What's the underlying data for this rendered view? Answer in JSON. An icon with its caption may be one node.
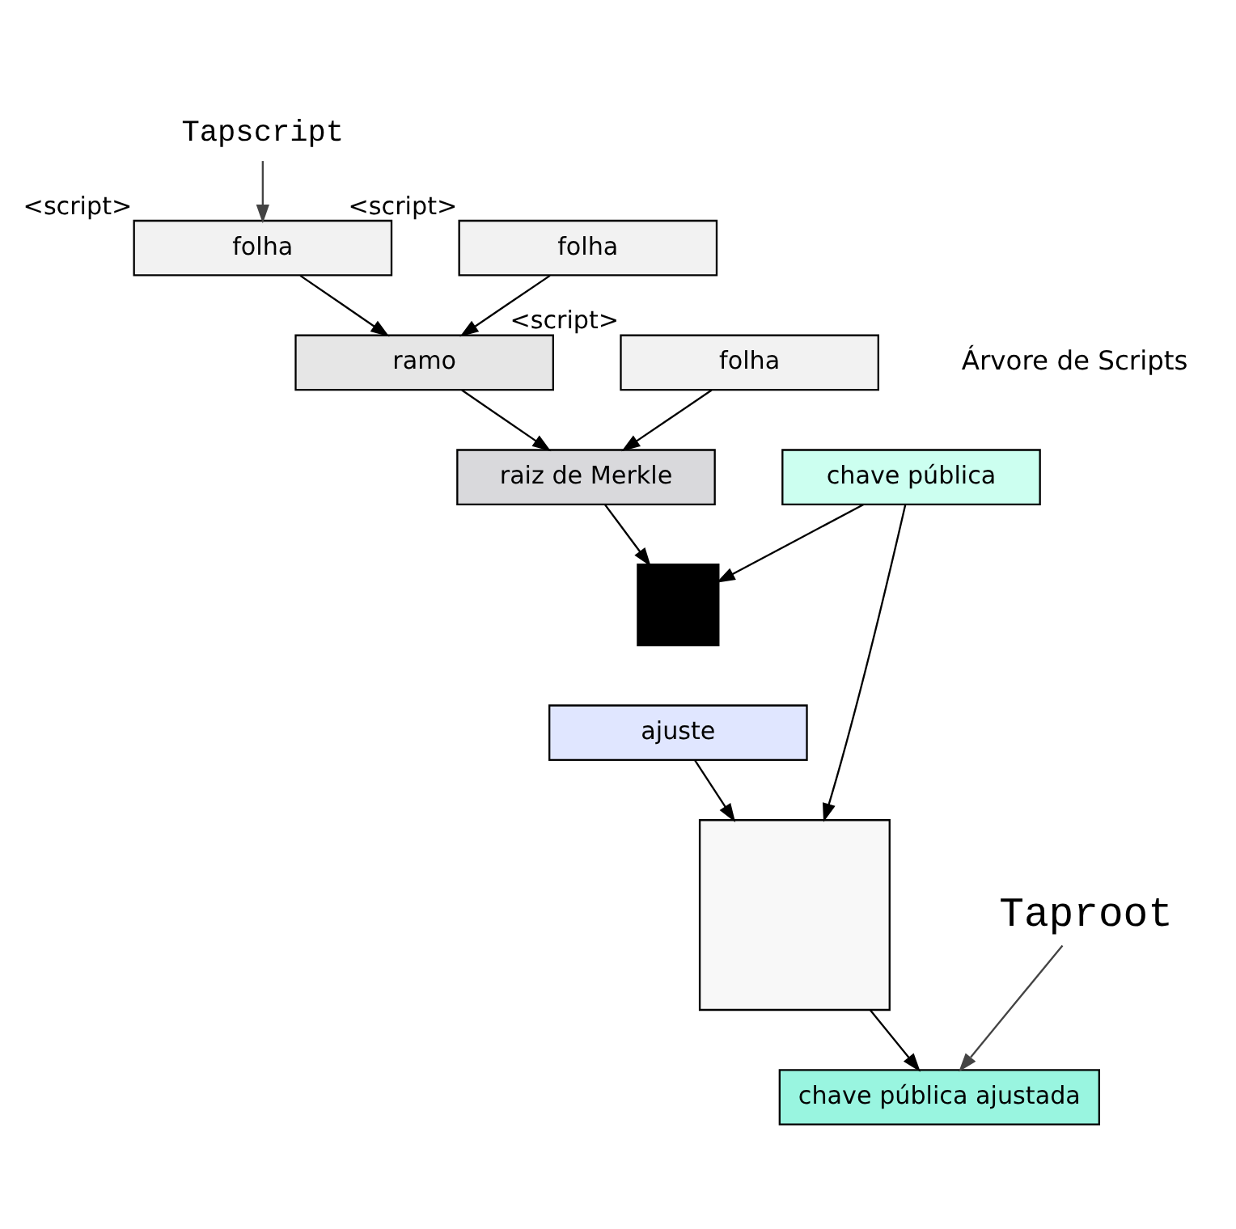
{
  "diagram": {
    "nodes": [
      {
        "text": [
          "Tapscript"
        ]
      },
      {
        "text": [
          "folha"
        ],
        "beside": [
          "<script>"
        ]
      },
      {
        "text": [
          "folha"
        ],
        "beside": [
          "<script>"
        ]
      },
      {
        "text": [
          "ramo"
        ]
      },
      {
        "text": [
          "folha"
        ],
        "beside": [
          "<script>"
        ]
      },
      {
        "text": [
          "raiz de Merkle"
        ]
      },
      {
        "text": [
          "chave pública"
        ]
      },
      {
        "text": [],
        "shape": "box"
      },
      {
        "text": [
          "ajuste"
        ]
      },
      {
        "text": [],
        "shape": "box"
      },
      {
        "text": [
          "chave pública ajustada"
        ]
      },
      {
        "text": [
          "Taproot"
        ]
      }
    ],
    "edges": [
      {
        "from": 0,
        "to": 1,
        "arrow": "to",
        "color": "#444444"
      },
      {
        "from": 1,
        "to": 3,
        "arrow": "to"
      },
      {
        "from": 2,
        "to": 3,
        "arrow": "to"
      },
      {
        "from": 3,
        "to": 5,
        "arrow": "to"
      },
      {
        "from": 4,
        "to": 5,
        "arrow": "to"
      },
      {
        "from": 6,
        "to": 7,
        "arrow": "to"
      },
      {
        "from": 5,
        "to": 7,
        "arrow": "to"
      },
      {
        "from": 8,
        "to": 9,
        "arrow": "to"
      },
      {
        "from": 6,
        "to": 9,
        "arrow": "to"
      },
      {
        "from": 9,
        "to": 10,
        "arrow": "to"
      },
      {
        "from": 11,
        "to": 10,
        "arrow": "to",
        "color": "#444444"
      }
    ],
    "labels": [
      "Árvore de Scripts"
    ]
  }
}
